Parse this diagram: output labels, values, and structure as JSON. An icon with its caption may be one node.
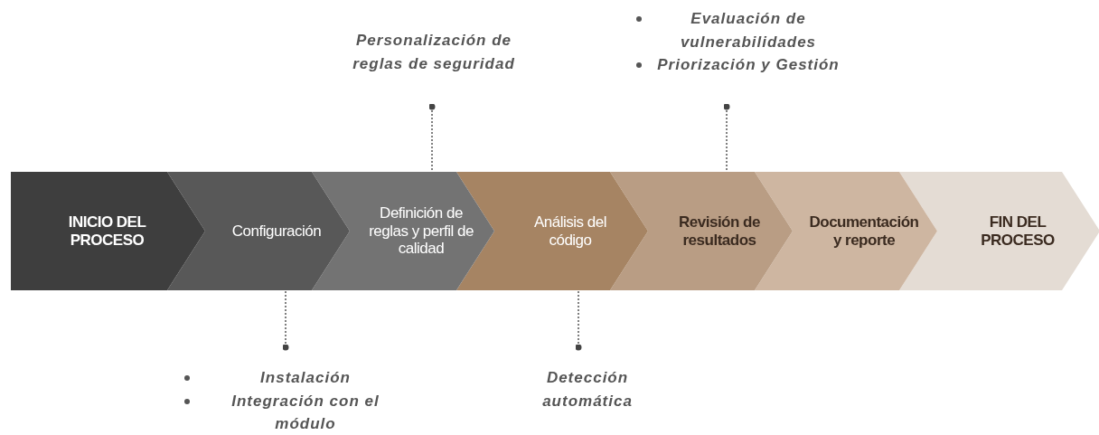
{
  "diagram": {
    "nodes": [
      {
        "text": [
          "INICIO DEL PROCESO"
        ]
      },
      {
        "text": [
          "Configuración"
        ]
      },
      {
        "text": [
          "Definición de reglas y perfil de calidad"
        ]
      },
      {
        "text": [
          "Análisis del código"
        ]
      },
      {
        "text": [
          "Revisión de resultados"
        ]
      },
      {
        "text": [
          "Documentación y reporte"
        ]
      },
      {
        "text": [
          "FIN DEL PROCESO"
        ]
      },
      {
        "text": [
          "Personalización de reglas de seguridad"
        ]
      },
      {
        "text": [
          "Evaluación de vulnerabilidades",
          "Priorización y Gestión"
        ]
      },
      {
        "text": [
          "Instalación",
          "Integración con el módulo"
        ]
      },
      {
        "text": [
          "Detección automática"
        ]
      }
    ],
    "edges": [
      {
        "from": 7,
        "to": 2,
        "arrow": "other",
        "style": "dashed"
      },
      {
        "from": 8,
        "to": 4,
        "arrow": "other",
        "style": "dashed"
      },
      {
        "from": 9,
        "to": 1,
        "arrow": "other",
        "style": "dashed"
      },
      {
        "from": 10,
        "to": 3,
        "arrow": "other",
        "style": "dashed"
      }
    ]
  }
}
